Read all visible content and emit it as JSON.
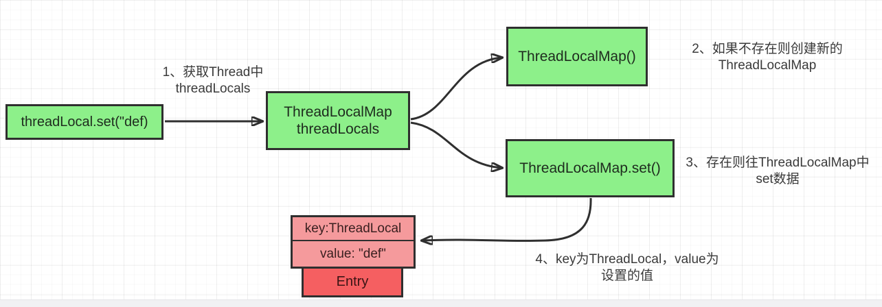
{
  "diagram_title": "ThreadLocal set flow diagram",
  "colors": {
    "green": "#8df08a",
    "pink": "#f59a9c",
    "red": "#f55f61",
    "border": "#2f2f2f",
    "arrow": "#2f2f2f"
  },
  "nodes": {
    "threadlocal_set": {
      "label": "threadLocal.set(\"def)"
    },
    "map_threadlocals": {
      "line1": "ThreadLocalMap",
      "line2": "threadLocals"
    },
    "map_ctor": {
      "label": "ThreadLocalMap()"
    },
    "map_set": {
      "label": "ThreadLocalMap.set()"
    },
    "entry_key": {
      "label": "key:ThreadLocal"
    },
    "entry_value": {
      "label": "value: \"def\""
    },
    "entry": {
      "label": "Entry"
    }
  },
  "notes": {
    "note1": {
      "line1": "1、获取Thread中",
      "line2": "threadLocals"
    },
    "note2": {
      "line1": "2、如果不存在则创建新的",
      "line2": "ThreadLocalMap"
    },
    "note3": {
      "line1": "3、存在则往ThreadLocalMap中",
      "line2": "set数据"
    },
    "note4": {
      "line1": "4、key为ThreadLocal，value为",
      "line2": "设置的值"
    }
  },
  "edges": [
    {
      "from": "threadlocal_set",
      "to": "map_threadlocals"
    },
    {
      "from": "map_threadlocals",
      "to": "map_ctor"
    },
    {
      "from": "map_threadlocals",
      "to": "map_set"
    },
    {
      "from": "map_set",
      "to": "entry_key"
    }
  ]
}
